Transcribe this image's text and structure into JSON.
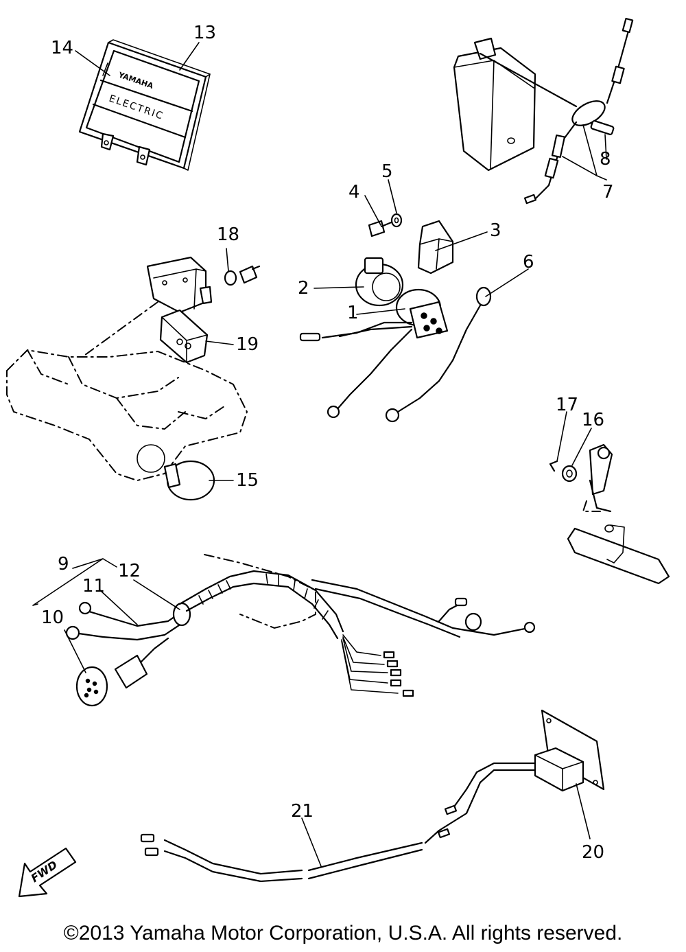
{
  "diagram": {
    "callouts": [
      {
        "id": "1",
        "label": "1"
      },
      {
        "id": "2",
        "label": "2"
      },
      {
        "id": "3",
        "label": "3"
      },
      {
        "id": "4",
        "label": "4"
      },
      {
        "id": "5",
        "label": "5"
      },
      {
        "id": "6",
        "label": "6"
      },
      {
        "id": "7",
        "label": "7"
      },
      {
        "id": "8",
        "label": "8"
      },
      {
        "id": "9",
        "label": "9"
      },
      {
        "id": "10",
        "label": "10"
      },
      {
        "id": "11",
        "label": "11"
      },
      {
        "id": "12",
        "label": "12"
      },
      {
        "id": "13",
        "label": "13"
      },
      {
        "id": "14",
        "label": "14"
      },
      {
        "id": "15",
        "label": "15"
      },
      {
        "id": "16",
        "label": "16"
      },
      {
        "id": "17",
        "label": "17"
      },
      {
        "id": "18",
        "label": "18"
      },
      {
        "id": "19",
        "label": "19"
      },
      {
        "id": "20",
        "label": "20"
      },
      {
        "id": "21",
        "label": "21"
      }
    ],
    "cover_text": {
      "brand": "YAMAHA",
      "word": "ELECTRIC"
    },
    "direction_arrow": "FWD"
  },
  "footer": {
    "copyright": "©2013 Yamaha Motor Corporation, U.S.A. All rights reserved."
  }
}
